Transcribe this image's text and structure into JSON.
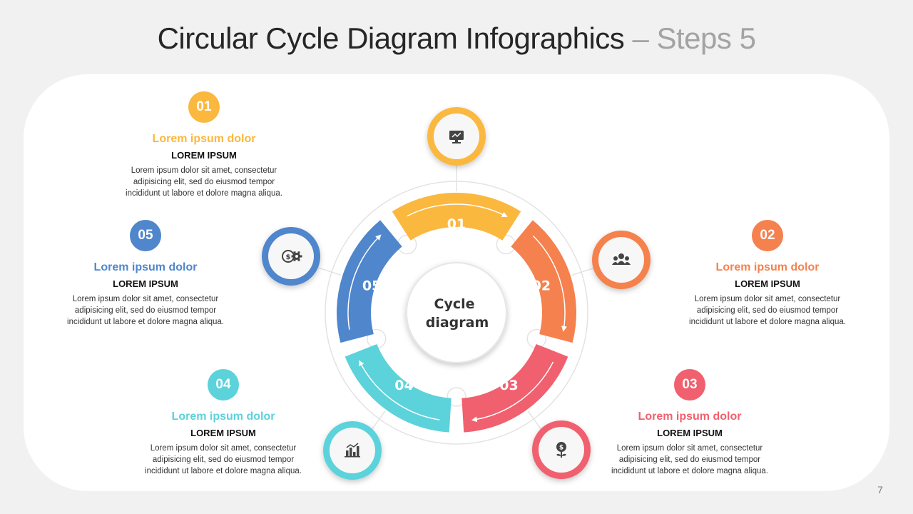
{
  "title": {
    "main": "Circular Cycle Diagram Infographics",
    "dash": " – ",
    "sub": "Steps 5"
  },
  "page_number": "7",
  "center": {
    "line1": "Cycle",
    "line2": "diagram"
  },
  "colors": {
    "step1": "#fbb83f",
    "step2": "#f5814e",
    "step3": "#f0606e",
    "step4": "#5cd2db",
    "step5": "#4f86cc"
  },
  "steps": [
    {
      "number": "01",
      "heading": "Lorem ipsum dolor",
      "subheading": "LOREM IPSUM",
      "text": [
        "Lorem ipsum dolor sit amet, consectetur",
        "adipisicing elit, sed do eiusmod tempor",
        "incididunt ut labore et dolore magna aliqua."
      ],
      "icon": "monitor-chart-icon"
    },
    {
      "number": "02",
      "heading": "Lorem ipsum dolor",
      "subheading": "LOREM IPSUM",
      "text": [
        "Lorem ipsum dolor sit amet, consectetur",
        "adipisicing elit, sed do eiusmod tempor",
        "incididunt ut labore et dolore magna aliqua."
      ],
      "icon": "team-icon"
    },
    {
      "number": "03",
      "heading": "Lorem ipsum dolor",
      "subheading": "LOREM IPSUM",
      "text": [
        "Lorem ipsum dolor sit amet, consectetur",
        "adipisicing elit, sed do eiusmod tempor",
        "incididunt ut labore et dolore magna aliqua."
      ],
      "icon": "money-plant-icon"
    },
    {
      "number": "04",
      "heading": "Lorem ipsum dolor",
      "subheading": "LOREM IPSUM",
      "text": [
        "Lorem ipsum dolor sit amet, consectetur",
        "adipisicing elit, sed do eiusmod tempor",
        "incididunt ut labore et dolore magna aliqua."
      ],
      "icon": "bar-chart-icon"
    },
    {
      "number": "05",
      "heading": "Lorem ipsum dolor",
      "subheading": "LOREM IPSUM",
      "text": [
        "Lorem ipsum dolor sit amet, consectetur",
        "adipisicing elit, sed do eiusmod tempor",
        "incididunt ut labore et dolore magna aliqua."
      ],
      "icon": "money-gear-icon"
    }
  ]
}
